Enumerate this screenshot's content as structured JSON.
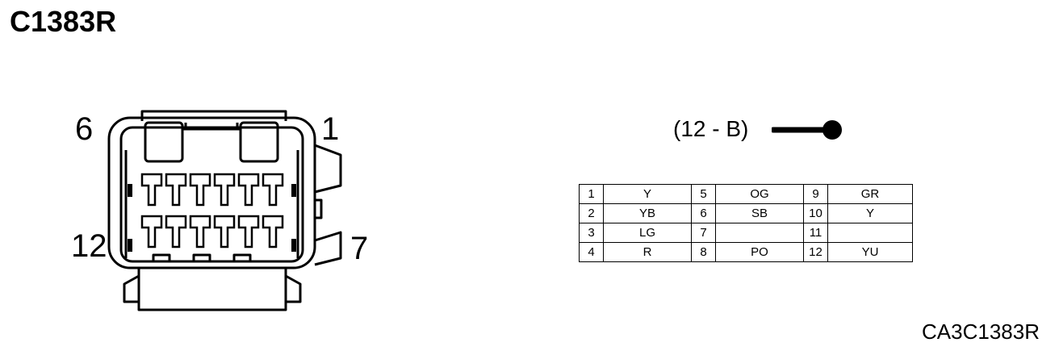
{
  "title": "C1383R",
  "connector": {
    "pin_labels": {
      "top_left": "6",
      "top_right": "1",
      "bottom_left": "12",
      "bottom_right": "7"
    }
  },
  "legend": {
    "spec": "(12 - B)",
    "icon": "terminal-probe-icon"
  },
  "pinout": [
    [
      "1",
      "Y",
      "5",
      "OG",
      "9",
      "GR"
    ],
    [
      "2",
      "YB",
      "6",
      "SB",
      "10",
      "Y"
    ],
    [
      "3",
      "LG",
      "7",
      "",
      "11",
      ""
    ],
    [
      "4",
      "R",
      "8",
      "PO",
      "12",
      "YU"
    ]
  ],
  "reference": "CA3C1383R"
}
